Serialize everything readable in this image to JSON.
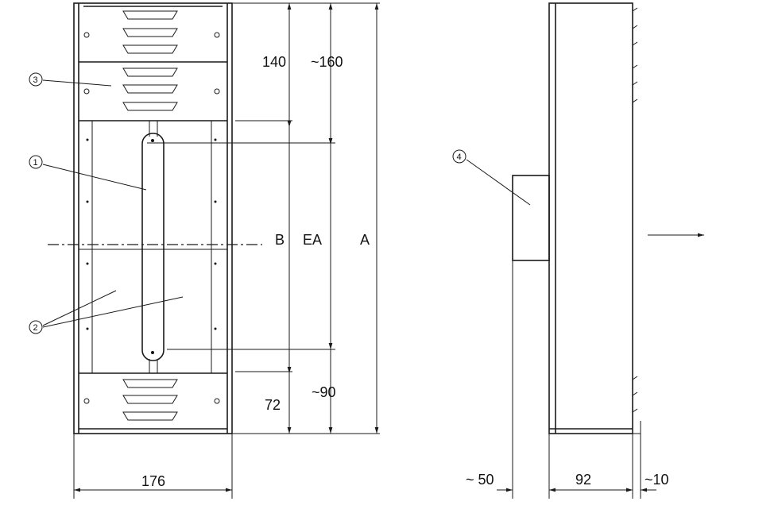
{
  "front_view": {
    "dims": {
      "top_louver_height": "140",
      "top_offset_approx": "~160",
      "width": "176",
      "bottom_louver_height": "72",
      "bottom_offset_approx": "~90",
      "label_b": "B",
      "label_ea": "EA",
      "label_a": "A"
    },
    "callouts": {
      "c1": "1",
      "c2": "2",
      "c3": "3"
    }
  },
  "side_view": {
    "dims": {
      "left_approx": "~ 50",
      "depth": "92",
      "right_approx": "~10"
    },
    "callouts": {
      "c4": "4"
    }
  }
}
